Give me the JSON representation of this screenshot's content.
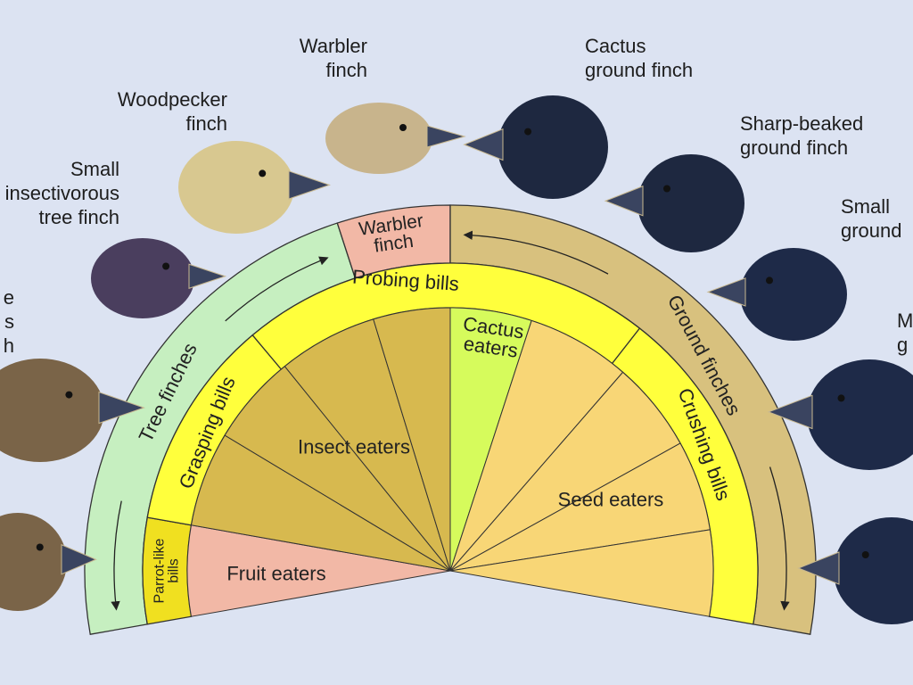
{
  "title": "Darwin's finches adaptive radiation",
  "birds": [
    {
      "label": "Warbler\nfinch",
      "color": "#c8b48c"
    },
    {
      "label": "Woodpecker\nfinch",
      "color": "#d8c890"
    },
    {
      "label": "Small\ninsectivorous\ntree finch",
      "color": "#4a3e5e"
    },
    {
      "label": "e\ns\nh",
      "color": "#7a6448"
    },
    {
      "label": "Cactus\nground finch",
      "color": "#1e2840"
    },
    {
      "label": "Sharp-beaked\nground finch",
      "color": "#1e2840"
    },
    {
      "label": "Small\nground",
      "color": "#1e2a48"
    },
    {
      "label": "M\ng",
      "color": "#1e2a48"
    },
    {
      "label": "",
      "color": "#7a6448"
    },
    {
      "label": "",
      "color": "#1e2a48"
    }
  ],
  "groups": {
    "tree": "Tree finches",
    "warbler": "Warbler\nfinch",
    "ground": "Ground finches"
  },
  "bills": {
    "parrot": "Parrot-like\nbills",
    "grasping": "Grasping bills",
    "probing": "Probing bills",
    "crushing": "Crushing bills"
  },
  "diets": {
    "fruit": "Fruit eaters",
    "insect": "Insect eaters",
    "cactus": "Cactus\neaters",
    "seed": "Seed eaters"
  },
  "colors": {
    "background": "#dce3f2",
    "tree_band": "#c6efc0",
    "ground_band": "#d8c17e",
    "warbler_box": "#f2b8a6",
    "bill_band": "#ffff3c",
    "fruit": "#f2b8a6",
    "insect": "#d7b94f",
    "cactus": "#d6fb5c",
    "seed": "#f8d676"
  }
}
